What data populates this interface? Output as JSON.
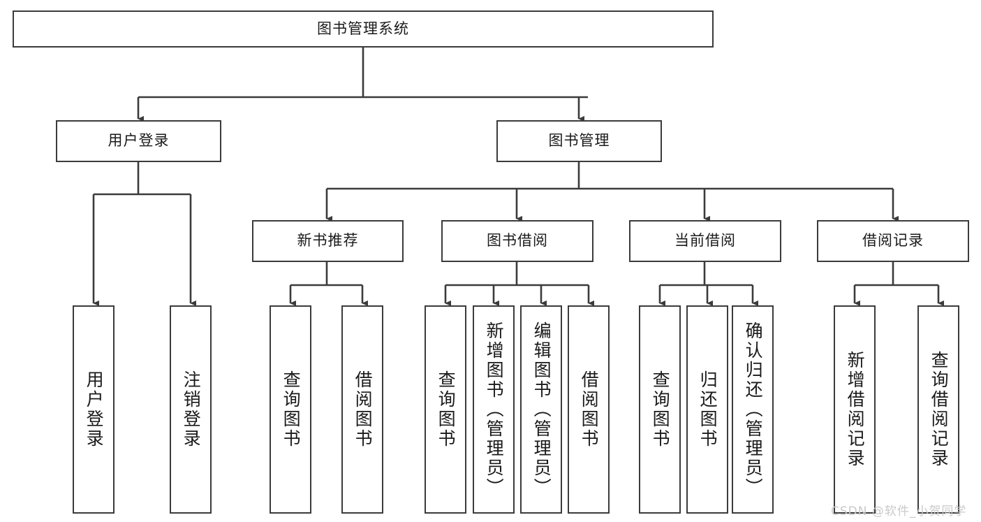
{
  "diagram": {
    "title": "图书管理系统",
    "watermark": "CSDN @软件_小贺同学",
    "colors": {
      "box_border": "#3b3b3b",
      "box_fill": "#ffffff",
      "edge": "#3b3b3b",
      "text": "#1a1a1a",
      "watermark": "#c9c9c9",
      "background": "#ffffff"
    },
    "root": {
      "label": "图书管理系统"
    },
    "level1": [
      {
        "label": "用户登录"
      },
      {
        "label": "图书管理"
      }
    ],
    "level2": [
      {
        "label": "新书推荐"
      },
      {
        "label": "图书借阅"
      },
      {
        "label": "当前借阅"
      },
      {
        "label": "借阅记录"
      }
    ],
    "leaves": {
      "user_login": [
        {
          "label": "用户登录"
        },
        {
          "label": "注销登录"
        }
      ],
      "new_book_recommend": [
        {
          "label": "查询图书"
        },
        {
          "label": "借阅图书"
        }
      ],
      "book_borrow": [
        {
          "label": "查询图书"
        },
        {
          "label": "新增图书（管理员）"
        },
        {
          "label": "编辑图书（管理员）"
        },
        {
          "label": "借阅图书"
        }
      ],
      "current_borrow": [
        {
          "label": "查询图书"
        },
        {
          "label": "归还图书"
        },
        {
          "label": "确认归还（管理员）"
        }
      ],
      "borrow_record": [
        {
          "label": "新增借阅记录"
        },
        {
          "label": "查询借阅记录"
        }
      ]
    }
  }
}
